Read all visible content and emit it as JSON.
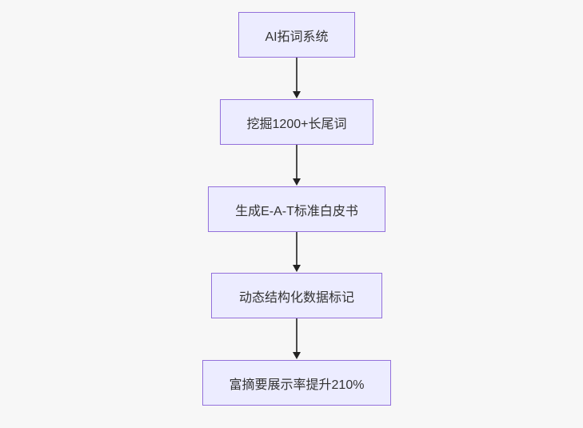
{
  "diagram": {
    "type": "flowchart",
    "direction": "top-down",
    "colors": {
      "background": "#f7f7f7",
      "node_fill": "#ECECFF",
      "node_border": "#9370DB",
      "text": "#333333",
      "edge_line": "#4d4d4d",
      "arrowhead": "#222222"
    },
    "nodes": [
      {
        "id": "n1",
        "label": "AI拓词系统"
      },
      {
        "id": "n2",
        "label": "挖掘1200+长尾词"
      },
      {
        "id": "n3",
        "label": "生成E-A-T标准白皮书"
      },
      {
        "id": "n4",
        "label": "动态结构化数据标记"
      },
      {
        "id": "n5",
        "label": "富摘要展示率提升210%"
      }
    ],
    "edges": [
      {
        "from": "n1",
        "to": "n2"
      },
      {
        "from": "n2",
        "to": "n3"
      },
      {
        "from": "n3",
        "to": "n4"
      },
      {
        "from": "n4",
        "to": "n5"
      }
    ]
  }
}
